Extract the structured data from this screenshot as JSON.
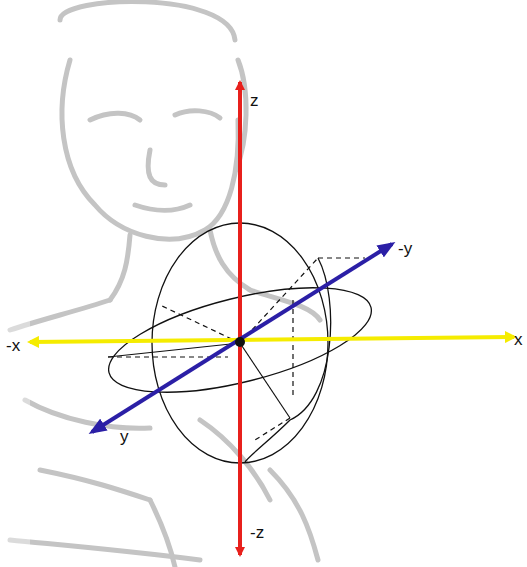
{
  "diagram": {
    "labels": [
      "z",
      "-y",
      "-x",
      "x",
      "y",
      "-z"
    ]
  }
}
